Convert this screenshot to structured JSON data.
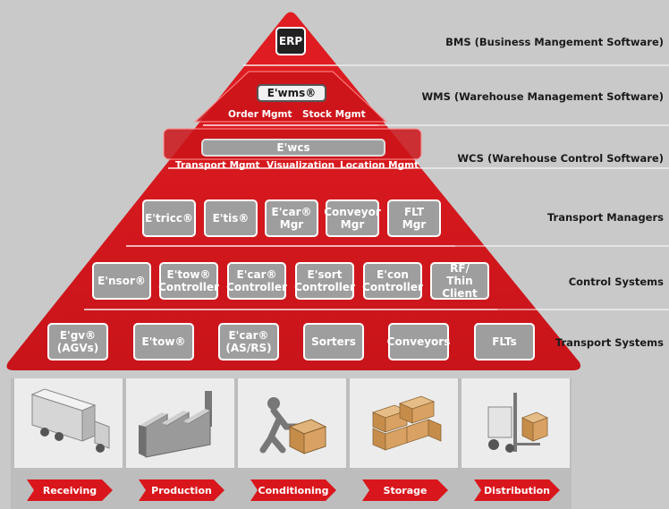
{
  "levels": {
    "bms": "BMS (Business Mangement Software)",
    "wms": "WMS (Warehouse Management Software)",
    "wcs": "WCS (Warehouse Control Software)",
    "tm": "Transport Managers",
    "cs": "Control Systems",
    "ts": "Transport Systems"
  },
  "erp": "ERP",
  "wms": {
    "title": "E'wms®",
    "order": "Order Mgmt",
    "stock": "Stock Mgmt"
  },
  "wcs": {
    "title": "E'wcs",
    "transport": "Transport Mgmt",
    "visual": "Visualization",
    "location": "Location Mgmt"
  },
  "transport_managers": [
    "E'tricc®",
    "E'tis®",
    "E'car®\nMgr",
    "Conveyor\nMgr",
    "FLT\nMgr"
  ],
  "control_systems": [
    "E'nsor®",
    "E'tow®\nController",
    "E'car®\nController",
    "E'sort\nController",
    "E'con\nController",
    "RF/\nThin Client"
  ],
  "transport_systems": [
    "E'gv®\n(AGVs)",
    "E'tow®",
    "E'car®\n(AS/RS)",
    "Sorters",
    "Conveyors",
    "FLTs"
  ],
  "processes": [
    "Receiving",
    "Production",
    "Conditioning",
    "Storage",
    "Distribution"
  ],
  "colors": {
    "red": "#d9161c",
    "dark_red": "#b01018",
    "gray_box": "#9e9e9e",
    "background": "#c9c9c9"
  }
}
